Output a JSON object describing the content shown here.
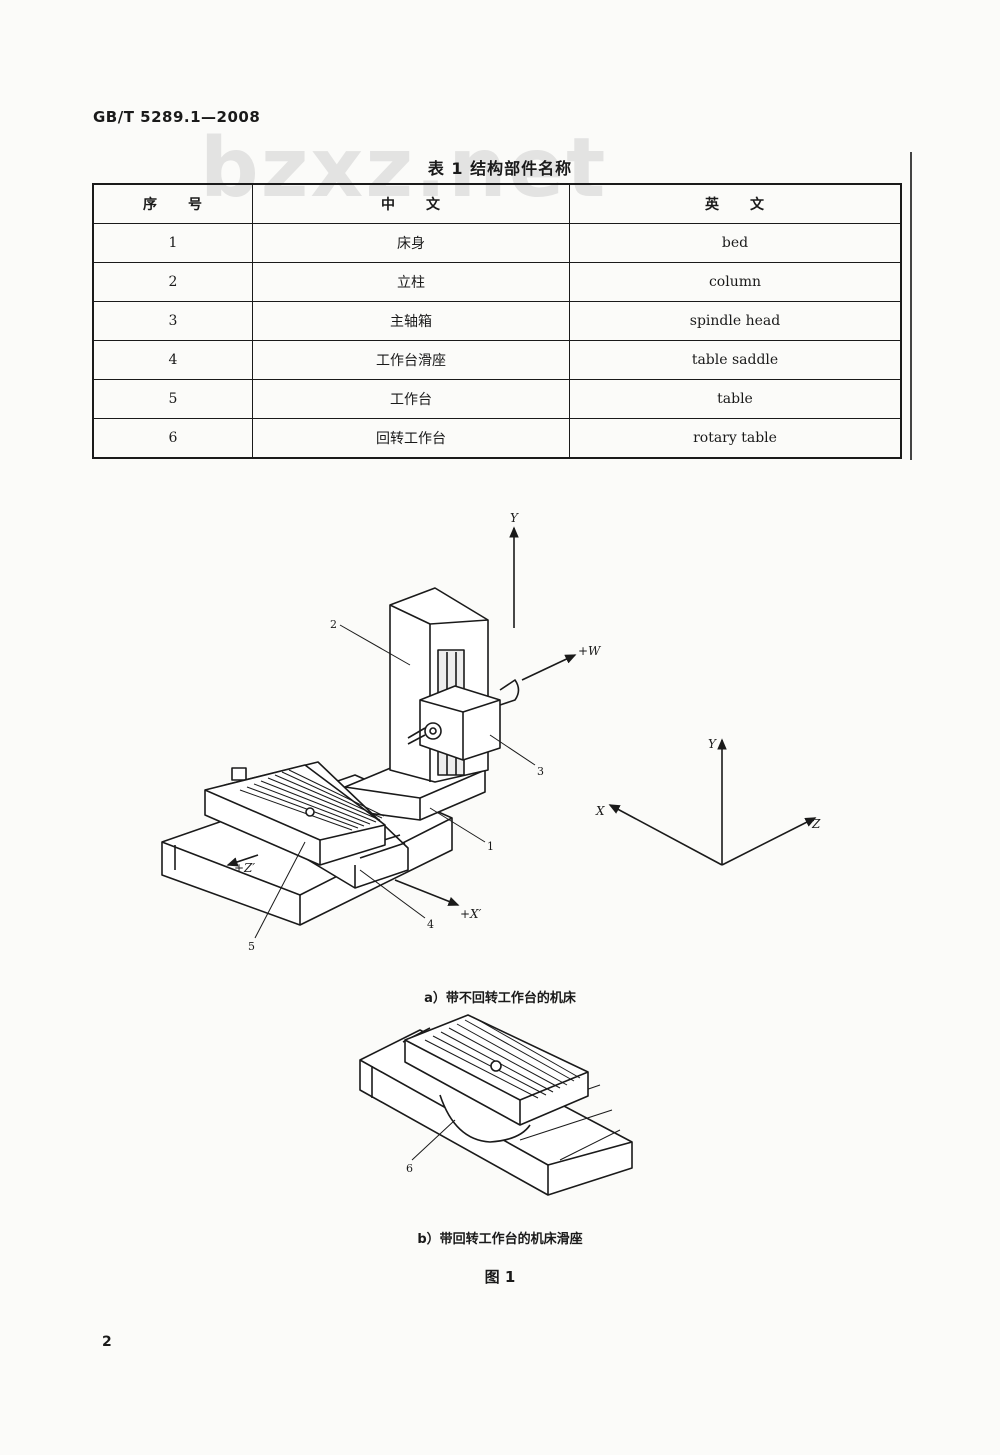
{
  "header": {
    "standard_code": "GB/T 5289.1—2008"
  },
  "watermark": "bzxz.net",
  "table": {
    "title": "表 1   结构部件名称",
    "headers": [
      "序　　号",
      "中　　文",
      "英　　文"
    ],
    "rows": [
      {
        "no": "1",
        "cn": "床身",
        "en": "bed"
      },
      {
        "no": "2",
        "cn": "立柱",
        "en": "column"
      },
      {
        "no": "3",
        "cn": "主轴箱",
        "en": "spindle head"
      },
      {
        "no": "4",
        "cn": "工作台滑座",
        "en": "table saddle"
      },
      {
        "no": "5",
        "cn": "工作台",
        "en": "table"
      },
      {
        "no": "6",
        "cn": "回转工作台",
        "en": "rotary table"
      }
    ]
  },
  "figure_a": {
    "caption": "a）带不回转工作台的机床",
    "axis_labels": {
      "y": "Y",
      "w": "+W",
      "z_prime": "+Z′",
      "x_prime": "+X′"
    },
    "callouts": [
      "1",
      "2",
      "3",
      "4",
      "5"
    ],
    "triad": {
      "y": "Y",
      "x": "X",
      "z": "Z"
    }
  },
  "figure_b": {
    "caption": "b）带回转工作台的机床滑座",
    "callouts": [
      "6"
    ]
  },
  "figure_label": "图 1",
  "page_number": "2"
}
